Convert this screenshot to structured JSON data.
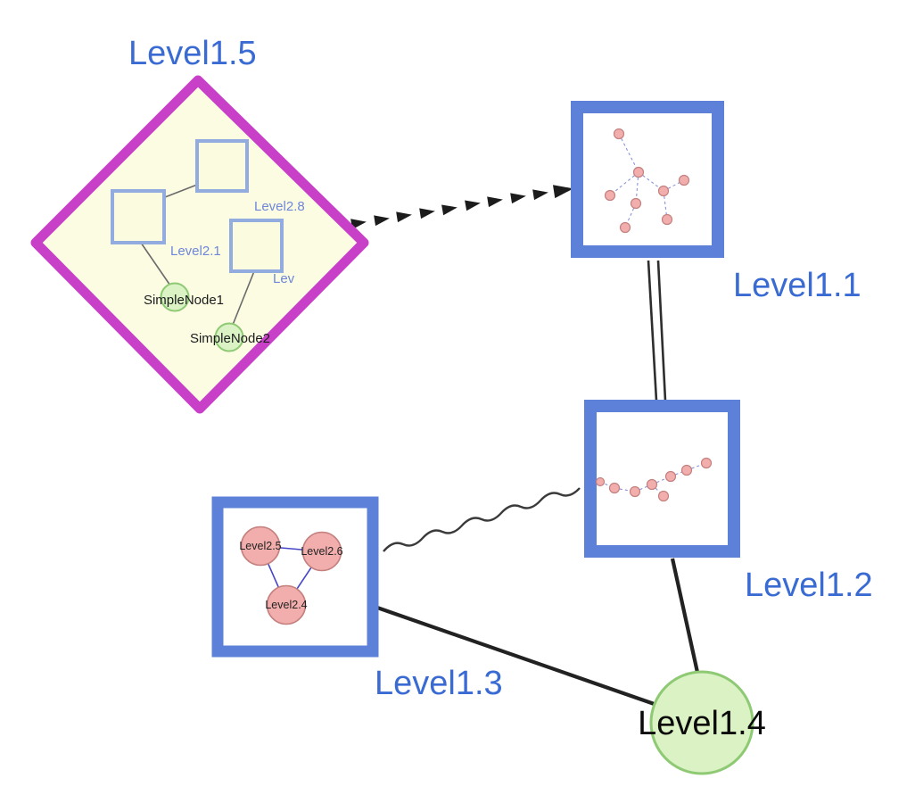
{
  "nodes": {
    "level1_5": {
      "label": "Level1.5",
      "children": {
        "level2_8": {
          "label": "Level2.8"
        },
        "level2_1": {
          "label": "Level2.1"
        },
        "level2_truncated": {
          "label": "Lev"
        },
        "simple_node_1": {
          "label": "SimpleNode1"
        },
        "simple_node_2": {
          "label": "SimpleNode2"
        }
      }
    },
    "level1_1": {
      "label": "Level1.1"
    },
    "level1_2": {
      "label": "Level1.2"
    },
    "level1_3": {
      "label": "Level1.3",
      "children": {
        "level2_5": {
          "label": "Level2.5"
        },
        "level2_6": {
          "label": "Level2.6"
        },
        "level2_4": {
          "label": "Level2.4"
        }
      }
    },
    "level1_4": {
      "label": "Level1.4"
    }
  },
  "colors": {
    "label_blue": "#3a6bd3",
    "inner_label_blue": "#6e87d8",
    "node_border_blue": "#5d80d8",
    "inner_square_border": "#93acdf",
    "inner_square_fill": "#fbfbdf",
    "diamond_magenta": "#c840c8",
    "diamond_fill": "#fcfce3",
    "green_fill": "#daf2c4",
    "green_border": "#8ec973",
    "pink_fill": "#f2aeac",
    "pink_border": "#c4807e",
    "mini_edge_blue": "#8a93da",
    "triangle_edge_blue": "#4646c8",
    "edge_black": "#222222"
  }
}
